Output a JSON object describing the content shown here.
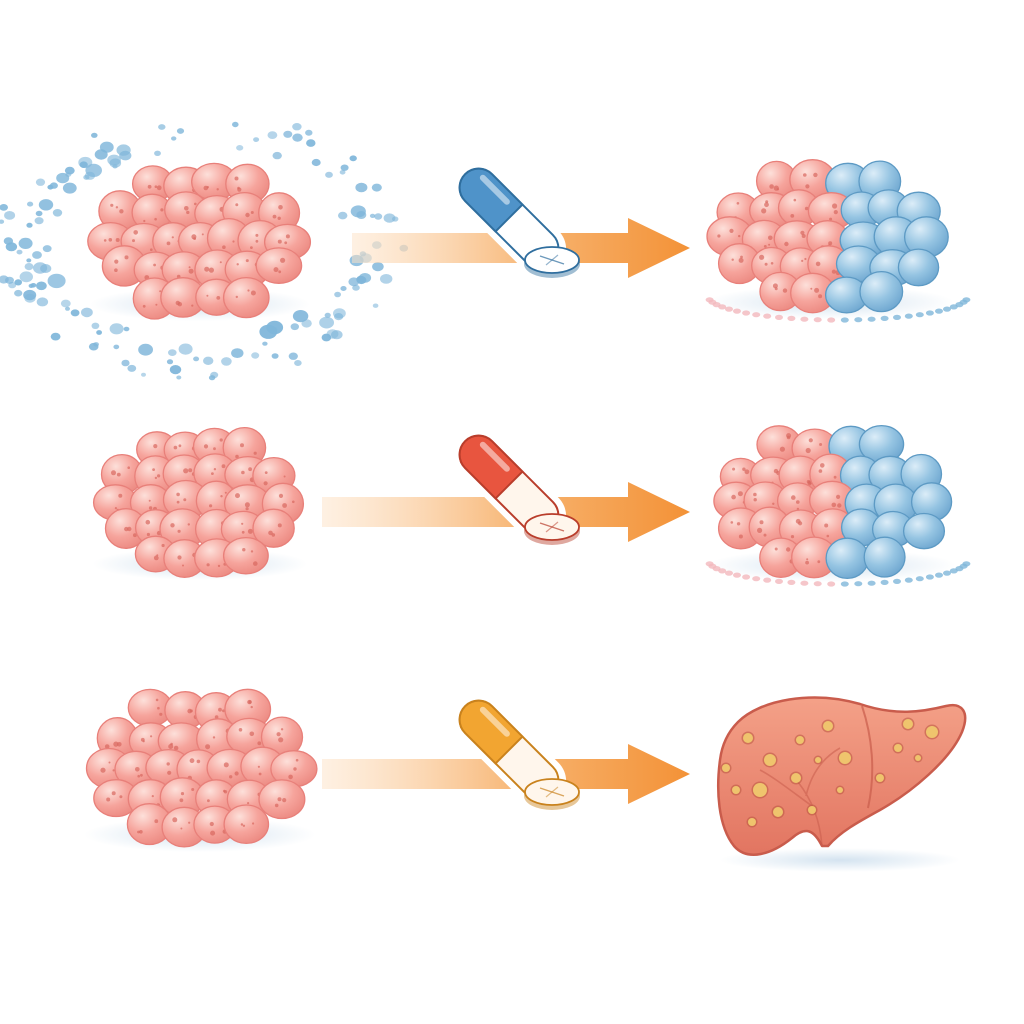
{
  "palette": {
    "cell_fill": "#f6a49c",
    "cell_light": "#fbc8c0",
    "cell_stroke": "#e8807a",
    "cell_spot": "#d9685f",
    "blue_fill": "#8fc1e0",
    "blue_light": "#c1dff0",
    "blue_stroke": "#5d9ac4",
    "droplet": "#7fb6da",
    "arrow": "#f39237",
    "arrow_fade": "#fde2c6",
    "liver_fill": "#ef8b74",
    "liver_stroke": "#c95c4c",
    "lesion": "#efc46d",
    "lesion_dark": "#b9553f"
  },
  "rows": [
    {
      "id": "row-1",
      "source": "tumor-with-droplets",
      "pill_color": "#4f93c9",
      "pill_tint": "#ffffff",
      "pill_stroke": "#2f6e9e",
      "result": "mixed-cluster"
    },
    {
      "id": "row-2",
      "source": "tumor",
      "pill_color": "#e8553f",
      "pill_tint": "#fff6ec",
      "pill_stroke": "#b93d2b",
      "result": "mixed-cluster"
    },
    {
      "id": "row-3",
      "source": "tumor",
      "pill_color": "#f2a531",
      "pill_tint": "#fff6ec",
      "pill_stroke": "#c9821d",
      "result": "liver-with-lesions"
    }
  ],
  "icons": [
    "cell-cluster-icon",
    "capsule-icon",
    "tablet-icon",
    "arrow-right-icon",
    "liver-icon",
    "droplet-icon"
  ]
}
